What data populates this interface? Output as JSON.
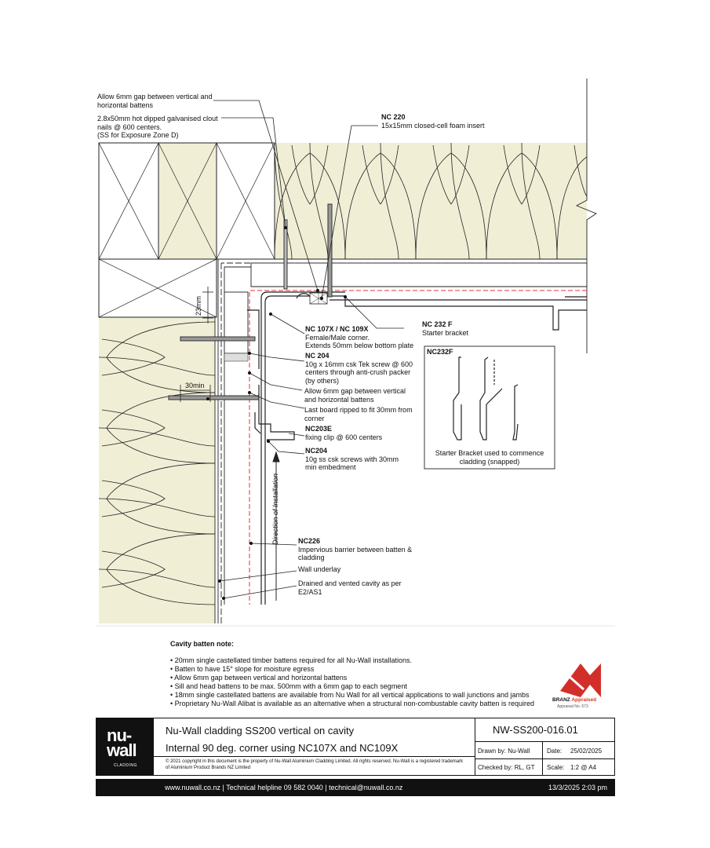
{
  "labels": {
    "gap_note": [
      "Allow 6mm gap between vertical and",
      "horizontal battens"
    ],
    "nails_note": [
      "2.8x50mm hot dipped galvanised clout",
      "nails @ 600 centers.",
      "(SS for Exposure Zone D)"
    ],
    "nc220_code": "NC 220",
    "nc220_desc": "15x15mm closed-cell foam insert",
    "dim_23": "23mm",
    "dim_30": "30min",
    "nc107_code": "NC 107X / NC 109X",
    "nc107_desc": [
      "Female/Male corner.",
      "Extends 50mm below bottom plate"
    ],
    "nc232_code": "NC 232 F",
    "nc232_desc": "Starter bracket",
    "nc204a_code": "NC 204",
    "nc204a_desc": [
      "10g x 16mm csk Tek screw @ 600",
      "centers through anti-crush packer",
      "(by others)"
    ],
    "gap_note2": [
      "Allow 6mm gap between vertical",
      "and horizontal battens"
    ],
    "ripped_note": [
      "Last board ripped to fit 30mm from",
      "corner"
    ],
    "nc203_code": "NC203E",
    "nc203_desc": "fixing clip @ 600 centers",
    "nc204b_code": "NC204",
    "nc204b_desc": [
      "10g ss csk screws with 30mm",
      "min embedment"
    ],
    "nc226_code": "NC226",
    "nc226_desc": [
      "Impervious barrier between batten &",
      "cladding"
    ],
    "underlay": "Wall underlay",
    "cavity": [
      "Drained and vented cavity as per",
      "E2/AS1"
    ],
    "direction": "Direction of Installation",
    "inset_code": "NC232F",
    "inset_caption": [
      "Starter Bracket used to commence",
      "cladding (snapped)"
    ]
  },
  "notes": {
    "title": "Cavity batten note:",
    "items": [
      "20mm single castellated timber battens required for all Nu-Wall installations.",
      "Batten to have 15° slope for moisture egress",
      "Allow 6mm gap between vertical and horizontal battens",
      "Sill and head battens to be max. 500mm with a 6mm gap to each segment",
      "18mm single castellated battens are available from Nu Wall for all vertical applications to wall junctions and jambs",
      "Proprietary Nu-Wall Alibat is available as an alternative when a structural non-combustable cavity batten is required"
    ]
  },
  "branz": {
    "line1": "BRANZ",
    "line2": "Appraised",
    "line3": "Appraisal No. 673"
  },
  "title_block": {
    "logo_line1": "nu-",
    "logo_line2": "wall",
    "logo_sub": "CLADDING",
    "title1": "Nu-Wall cladding SS200 vertical on cavity",
    "title2": "Internal 90 deg. corner using NC107X and NC109X",
    "copyright": "© 2021 copyright in this document is the property of Nu-Wall Aluminium Cladding Limited. All rights reserved. Nu-Wall is a registered trademark of Aluminium Product Brands NZ Limited",
    "drawing_no": "NW-SS200-016.01",
    "drawn_by": "Drawn by: Nu-Wall",
    "date_label": "Date:",
    "date": "25/02/2025",
    "checked_by": "Checked by: RL, GT",
    "scale_label": "Scale:",
    "scale": "1:2 @ A4"
  },
  "footer": {
    "left": "www.nuwall.co.nz  |  Technical helpline 09 582 0040  |  technical@nuwall.co.nz",
    "right": "13/3/2025 2:03 pm"
  },
  "colors": {
    "insulation": "#f1eed6",
    "barrier": "#e0342f",
    "ink": "#111111",
    "brand_red": "#d32f2a"
  }
}
